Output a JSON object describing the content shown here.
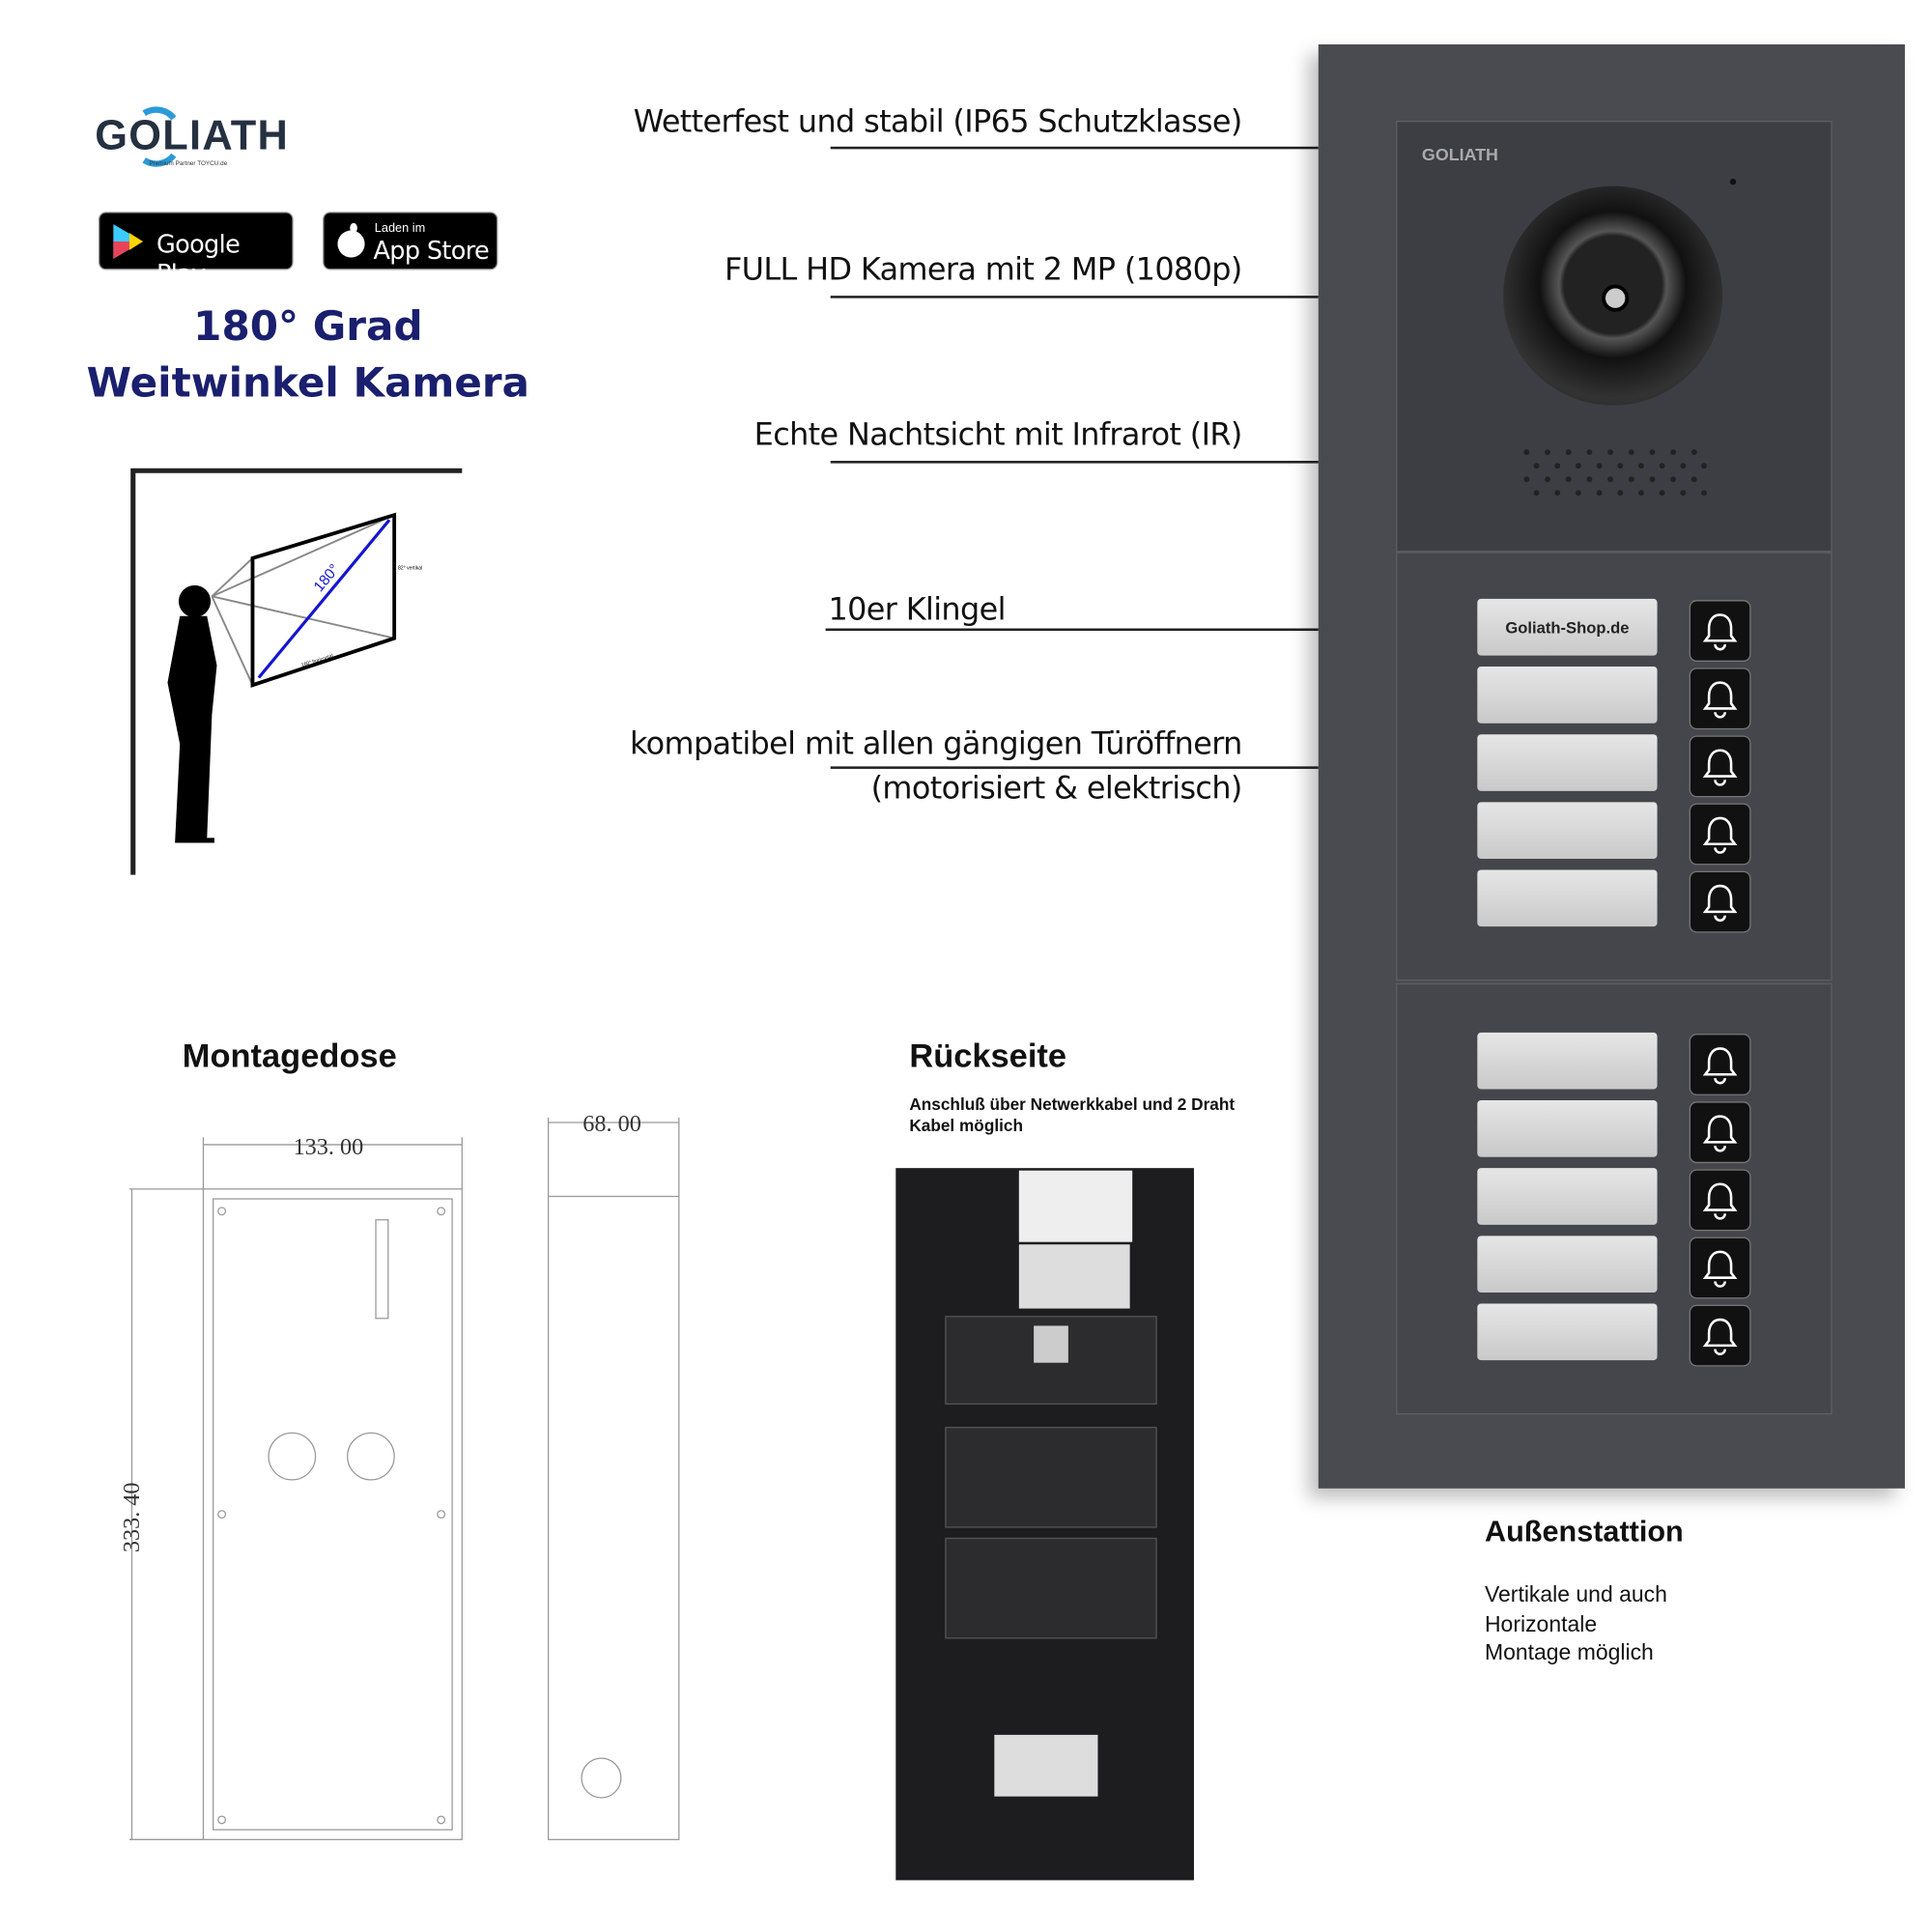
{
  "logo": {
    "brand": "GOLIATH",
    "tagline": "Premium Partner TOYCU.de"
  },
  "stores": {
    "google": "Google Play",
    "apple_small": "Laden im",
    "apple": "App Store"
  },
  "camera_heading": {
    "line1": "180° Grad",
    "line2": "Weitwinkel Kamera"
  },
  "fov_diagram": {
    "angle": "180°",
    "vertical": "82° vertikal",
    "horizontal": "160° horizontal"
  },
  "features": [
    "Wetterfest und stabil (IP65 Schutzklasse)",
    "FULL HD Kamera mit 2 MP (1080p)",
    "Echte Nachtsicht mit Infrarot (IR)",
    "10er Klingel",
    "kompatibel mit allen gängigen Türöffnern",
    "(motorisiert & elektrisch)"
  ],
  "panel": {
    "brand": "GOLIATH",
    "name_label": "Goliath-Shop.de",
    "bell_count": 10
  },
  "montagedose": {
    "title": "Montagedose",
    "width": "133. 00",
    "depth": "68. 00",
    "height": "333. 40"
  },
  "rueckseite": {
    "title": "Rückseite",
    "desc": "Anschluß über Netwerkkabel und 2 Draht Kabel möglich"
  },
  "aussenstation": {
    "title": "Außenstattion",
    "desc_lines": [
      "Vertikale und auch",
      "Horizontale",
      "Montage möglich"
    ]
  },
  "colors": {
    "navy": "#1a1f6e",
    "panel": "#4a4b50",
    "logo_blue": "#2a9ad8",
    "logo_dark": "#253040"
  }
}
